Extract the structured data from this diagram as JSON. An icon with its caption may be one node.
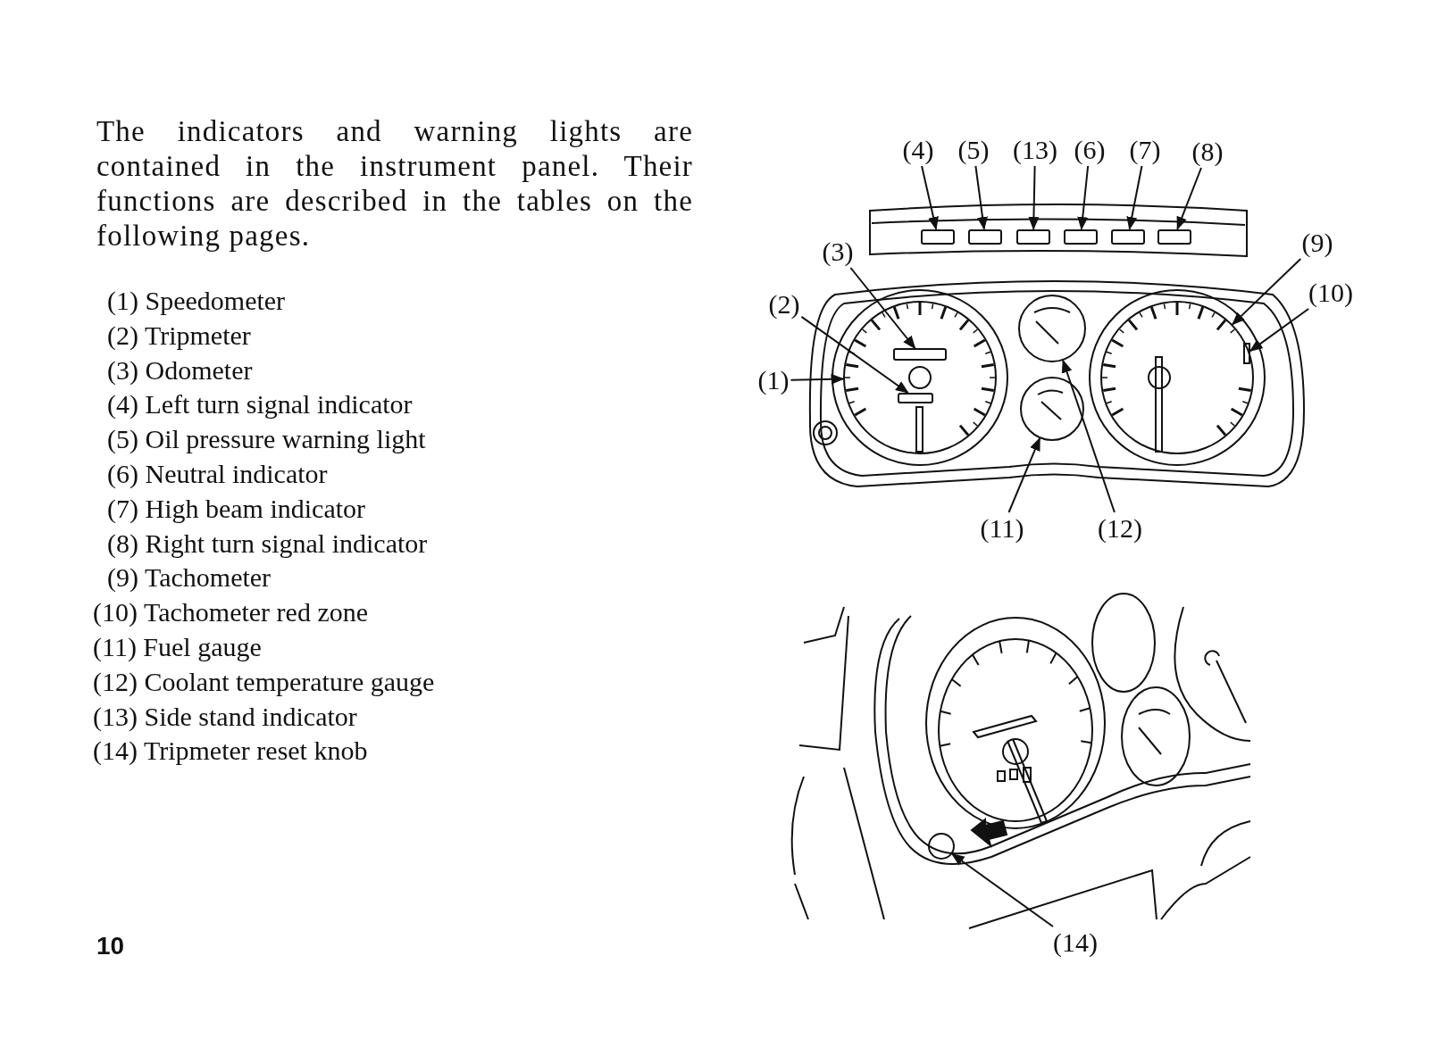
{
  "diagram": {
    "nodes": [
      {
        "text": [
          "(4)"
        ]
      },
      {
        "text": [
          "(5)"
        ]
      },
      {
        "text": [
          "(13)"
        ]
      },
      {
        "text": [
          "(6)"
        ]
      },
      {
        "text": [
          "(7)"
        ]
      },
      {
        "text": [
          "(8)"
        ]
      },
      {
        "text": [
          "(9)"
        ]
      },
      {
        "text": [
          "(3)"
        ]
      },
      {
        "text": [
          "(10)"
        ]
      },
      {
        "text": [
          "(2)"
        ]
      },
      {
        "text": [
          "(1)"
        ]
      },
      {
        "text": [
          "(11)"
        ]
      },
      {
        "text": [
          "(12)"
        ]
      },
      {
        "text": [
          "(14)"
        ]
      },
      {
        "text": [],
        "shape": "box"
      },
      {
        "text": [],
        "shape": "box"
      },
      {
        "text": [],
        "shape": "box"
      },
      {
        "text": [],
        "shape": "box"
      },
      {
        "text": [],
        "shape": "box"
      },
      {
        "text": [],
        "shape": "box"
      },
      {
        "text": [],
        "shape": "box",
        "in": 22
      },
      {
        "text": [],
        "shape": "box",
        "in": 22
      },
      {
        "text": [],
        "shape": "circle"
      },
      {
        "text": [],
        "shape": "circle"
      },
      {
        "text": [],
        "shape": "circle"
      },
      {
        "text": [],
        "shape": "bar",
        "in": 24
      },
      {
        "text": [],
        "shape": "circle"
      },
      {
        "text": [],
        "shape": "circle"
      }
    ],
    "edges": [
      {
        "from": 0,
        "to": 14,
        "arrow": "to"
      },
      {
        "from": 1,
        "to": 15,
        "arrow": "to"
      },
      {
        "from": 2,
        "to": 16,
        "arrow": "to"
      },
      {
        "from": 3,
        "to": 17,
        "arrow": "to"
      },
      {
        "from": 4,
        "to": 18,
        "arrow": "to"
      },
      {
        "from": 5,
        "to": 19,
        "arrow": "to"
      },
      {
        "from": 6,
        "to": 24,
        "arrow": "to"
      },
      {
        "from": 7,
        "to": 20,
        "arrow": "to"
      },
      {
        "from": 8,
        "to": 25,
        "arrow": "to"
      },
      {
        "from": 9,
        "to": 21,
        "arrow": "to"
      },
      {
        "from": 10,
        "to": 22,
        "arrow": "to"
      },
      {
        "from": 11,
        "to": 26,
        "arrow": "to"
      },
      {
        "from": 12,
        "to": 23,
        "arrow": "to"
      },
      {
        "from": 13,
        "to": 27,
        "arrow": "to"
      }
    ],
    "labels": [
      "The indicators and warning lights are contained in the instrument panel. Their functions are described in the tables on the following pages.",
      "(1) Speedometer",
      "(2) Tripmeter",
      "(3) Odometer",
      "(4) Left turn signal indicator",
      "(5) Oil pressure warning light",
      "(6) Neutral indicator",
      "(7) High beam indicator",
      "(8) Right turn signal indicator",
      "(9) Tachometer",
      "(10) Tachometer red zone",
      "(11) Fuel gauge",
      "(12) Coolant temperature gauge",
      "(13) Side stand indicator",
      "(14) Tripmeter reset knob",
      "10"
    ]
  }
}
